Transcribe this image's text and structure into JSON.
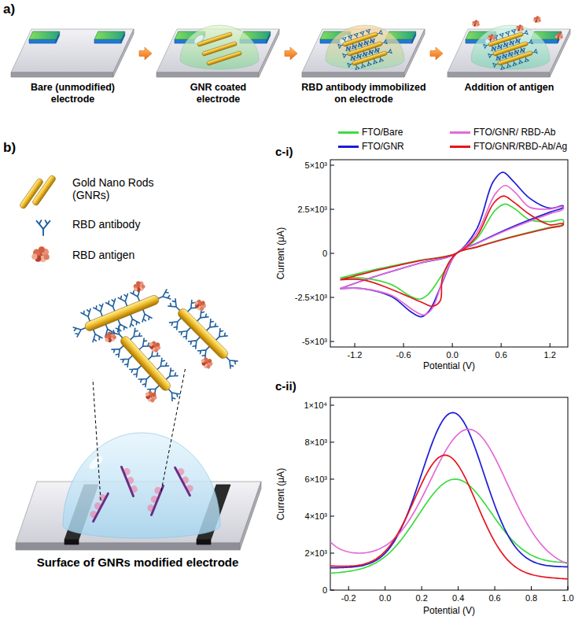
{
  "diagram": {
    "nodes": [
      {
        "text": [
          "Bare (unmodified) electrode"
        ]
      },
      {
        "text": [
          "GNR coated electrode"
        ]
      },
      {
        "text": [
          "RBD antibody immobilized on electrode"
        ]
      },
      {
        "text": [
          "Addition of antigen"
        ]
      }
    ],
    "edges": [
      {
        "from": 0,
        "to": 1,
        "arrow": "to"
      },
      {
        "from": 1,
        "to": 2,
        "arrow": "to"
      },
      {
        "from": 2,
        "to": 3,
        "arrow": "to"
      }
    ],
    "labels": [
      "a)",
      "b)",
      "Gold Nano Rods (GNRs)",
      "RBD antibody",
      "RBD antigen",
      "Surface of GNRs modified electrode",
      "c-i)",
      "5×10³",
      "2.5×10³",
      "0",
      "-2.5×10³",
      "-5×10³",
      "-1.2",
      "-0.6",
      "0.0",
      "0.6",
      "1.2",
      "Potential (V)",
      "Current (μA)",
      "c-ii)",
      "1×10⁴",
      "8×10³",
      "6×10³",
      "4×10³",
      "2×10³",
      "0",
      "-0.2",
      "0.0",
      "0.2",
      "0.4",
      "0.6",
      "0.8",
      "1.0",
      "Potential (V)",
      "Current (μA)"
    ],
    "legend": [
      {
        "text": "FTO/Bare",
        "color": "#3ddc3d"
      },
      {
        "text": "FTO/GNR",
        "color": "#1c1cd8"
      },
      {
        "text": "FTO/GNR/ RBD-Ab",
        "color": "#e46ad6"
      },
      {
        "text": "FTO/GNR/RBD-Ab/Ag",
        "color": "#e8141e"
      }
    ]
  }
}
